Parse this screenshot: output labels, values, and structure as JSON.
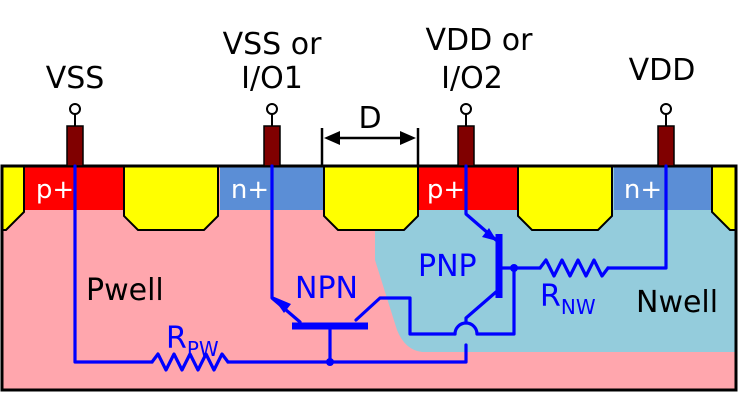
{
  "terminals": {
    "vss": "VSS",
    "vss_io1_line1": "VSS or",
    "vss_io1_line2": "I/O1",
    "vdd_io2_line1": "VDD or",
    "vdd_io2_line2": "I/O2",
    "vdd": "VDD"
  },
  "dimension": {
    "label": "D"
  },
  "diffusions": {
    "p_left": "p+",
    "n_left": "n+",
    "p_right": "p+",
    "n_right": "n+"
  },
  "wells": {
    "pwell": "Pwell",
    "nwell": "Nwell"
  },
  "devices": {
    "npn": "NPN",
    "pnp": "PNP"
  },
  "resistors": {
    "rpw_main": "R",
    "rpw_sub": "PW",
    "rnw_main": "R",
    "rnw_sub": "NW"
  },
  "colors": {
    "pwell": "#ffa6ad",
    "nwell": "#94ccdc",
    "p_plus": "#ff0000",
    "n_plus": "#5b8ed6",
    "sti_oxide": "#ffff00",
    "contact": "#800000",
    "wire": "#0000ff",
    "outline": "#000000"
  }
}
